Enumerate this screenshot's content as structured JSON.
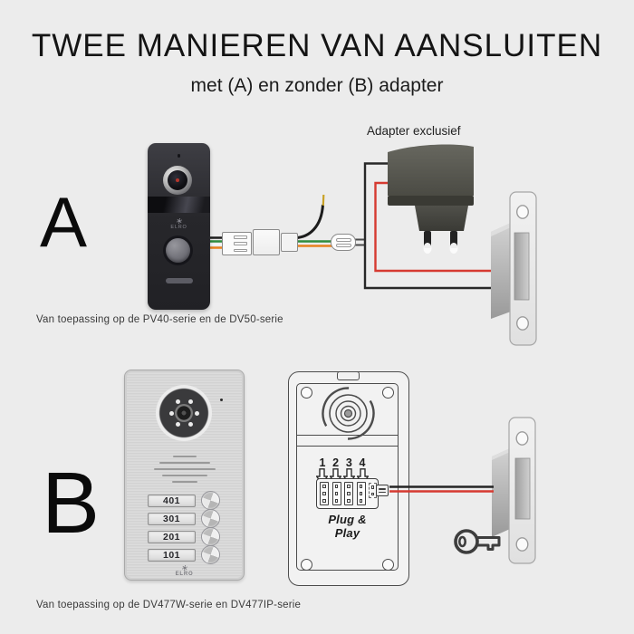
{
  "header": {
    "title": "TWEE MANIEREN VAN AANSLUITEN",
    "subtitle": "met (A) en zonder (B) adapter"
  },
  "section_a": {
    "label": "A",
    "adapter_label": "Adapter exclusief",
    "caption": "Van toepassing op de PV40-serie en de DV50-serie",
    "doorbell_brand": "ELRO"
  },
  "section_b": {
    "label": "B",
    "caption": "Van toepassing op de DV477W-serie en DV477IP-serie",
    "doorbell": {
      "brand": "ELRO",
      "name_plates": [
        "401",
        "301",
        "201",
        "101"
      ]
    },
    "rear_unit": {
      "terminals": [
        "1",
        "2",
        "3",
        "4"
      ],
      "plug_play_label": "Plug & Play"
    }
  },
  "colors": {
    "background": "#ececec",
    "wire_black": "#252525",
    "wire_red": "#d63a31",
    "wire_green": "#2e8b3d",
    "wire_orange": "#e8821e",
    "wire_white": "#f5f5f5",
    "adapter_body": "#54544c",
    "doorbell_a_body": "#2c2c30",
    "metal_panel": "#d6d6d6"
  }
}
